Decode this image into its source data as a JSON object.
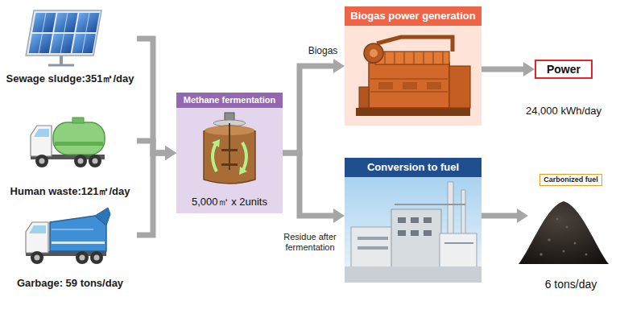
{
  "diagram": {
    "nodes": [
      {
        "text": [
          "Sewage sludge:351㎥/day"
        ]
      },
      {
        "text": [
          "Human waste:121㎥/day"
        ]
      },
      {
        "text": [
          "Garbage: 59 tons/day"
        ]
      },
      {
        "text": [
          "Methane fermentation",
          "5,000㎥ x 2units"
        ]
      },
      {
        "text": [
          "Biogas power generation"
        ]
      },
      {
        "text": [
          "Conversion to fuel"
        ]
      },
      {
        "text": [
          "Power",
          "24,000 kWh/day"
        ]
      },
      {
        "text": [
          "Carbonized fuel",
          "6 tons/day"
        ]
      }
    ],
    "edges": [
      {
        "from": 0,
        "to": 3,
        "arrow": "to"
      },
      {
        "from": 1,
        "to": 3,
        "arrow": "to"
      },
      {
        "from": 2,
        "to": 3,
        "arrow": "to"
      },
      {
        "from": 3,
        "to": 4,
        "label": "Biogas",
        "arrow": "to"
      },
      {
        "from": 3,
        "to": 5,
        "label": "Residue after fermentation",
        "arrow": "to"
      },
      {
        "from": 4,
        "to": 6,
        "arrow": "to"
      },
      {
        "from": 5,
        "to": 7,
        "arrow": "to"
      }
    ]
  }
}
